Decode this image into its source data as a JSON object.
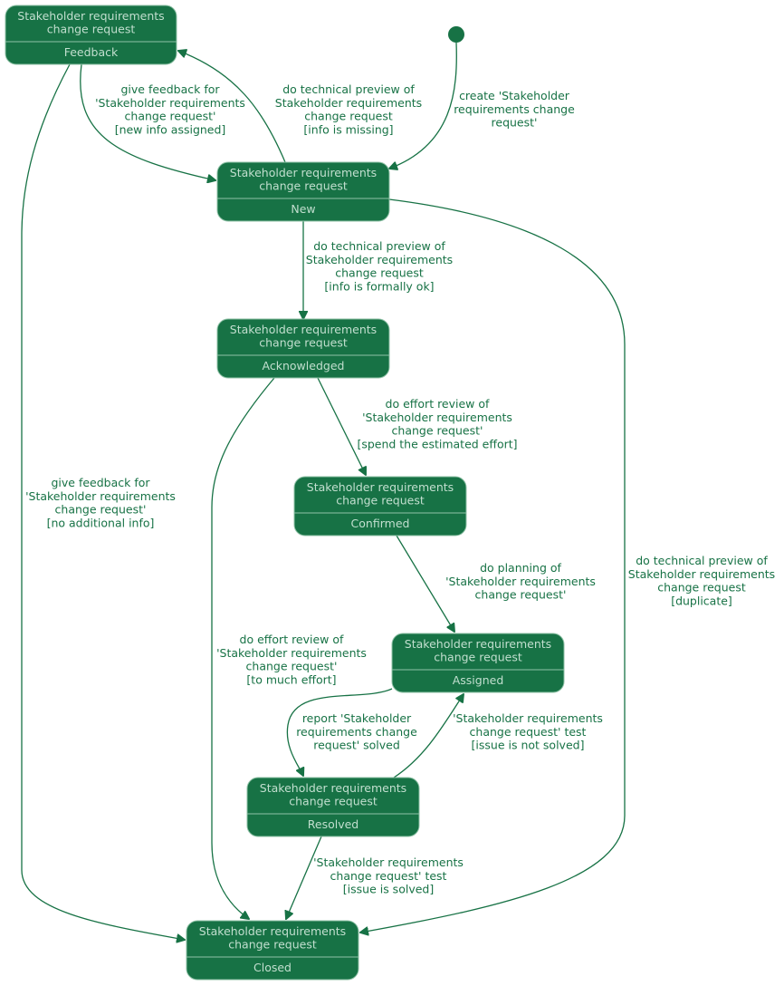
{
  "colors": {
    "node_fill": "#177245",
    "node_border": "#8fc1a6",
    "node_text": "#c2dfcf",
    "edge": "#177245",
    "edge_label": "#177245",
    "start": "#177245"
  },
  "states": {
    "feedback": {
      "title": [
        "Stakeholder requirements",
        "change request"
      ],
      "name": "Feedback"
    },
    "new": {
      "title": [
        "Stakeholder requirements",
        "change request"
      ],
      "name": "New"
    },
    "acknowledged": {
      "title": [
        "Stakeholder requirements",
        "change request"
      ],
      "name": "Acknowledged"
    },
    "confirmed": {
      "title": [
        "Stakeholder requirements",
        "change request"
      ],
      "name": "Confirmed"
    },
    "assigned": {
      "title": [
        "Stakeholder requirements",
        "change request"
      ],
      "name": "Assigned"
    },
    "resolved": {
      "title": [
        "Stakeholder requirements",
        "change request"
      ],
      "name": "Resolved"
    },
    "closed": {
      "title": [
        "Stakeholder requirements",
        "change request"
      ],
      "name": "Closed"
    }
  },
  "transitions": {
    "start_to_new": {
      "from": "start",
      "to": "new",
      "label": [
        "create 'Stakeholder",
        "requirements change",
        "request'"
      ]
    },
    "feedback_to_new": {
      "from": "feedback",
      "to": "new",
      "label": [
        "give feedback for",
        "'Stakeholder requirements",
        "change request'",
        "[new info assigned]"
      ]
    },
    "new_to_feedback": {
      "from": "new",
      "to": "feedback",
      "label": [
        "do technical preview of",
        "Stakeholder requirements",
        "change request",
        "[info is missing]"
      ]
    },
    "new_to_acknowledged": {
      "from": "new",
      "to": "acknowledged",
      "label": [
        "do technical preview of",
        "Stakeholder requirements",
        "change request",
        "[info is formally ok]"
      ]
    },
    "acknowledged_to_confirmed": {
      "from": "acknowledged",
      "to": "confirmed",
      "label": [
        "do effort review of",
        "'Stakeholder requirements",
        "change request'",
        "[spend the estimated effort]"
      ]
    },
    "confirmed_to_assigned": {
      "from": "confirmed",
      "to": "assigned",
      "label": [
        "do planning of",
        "'Stakeholder requirements",
        "change request'"
      ]
    },
    "assigned_to_resolved": {
      "from": "assigned",
      "to": "resolved",
      "label": [
        "report 'Stakeholder",
        "requirements change",
        "request' solved"
      ]
    },
    "resolved_to_assigned": {
      "from": "resolved",
      "to": "assigned",
      "label": [
        "'Stakeholder requirements",
        "change request' test",
        "[issue is not solved]"
      ]
    },
    "resolved_to_closed": {
      "from": "resolved",
      "to": "closed",
      "label": [
        "'Stakeholder requirements",
        "change request' test",
        "[issue is solved]"
      ]
    },
    "acknowledged_to_closed": {
      "from": "acknowledged",
      "to": "closed",
      "label": [
        "do effort review of",
        "'Stakeholder requirements",
        "change request'",
        "[to much effort]"
      ]
    },
    "feedback_to_closed": {
      "from": "feedback",
      "to": "closed",
      "label": [
        "give feedback for",
        "'Stakeholder requirements",
        "change request'",
        "[no additional info]"
      ]
    },
    "new_to_closed": {
      "from": "new",
      "to": "closed",
      "label": [
        "do technical preview of",
        "Stakeholder requirements",
        "change request",
        "[duplicate]"
      ]
    }
  }
}
